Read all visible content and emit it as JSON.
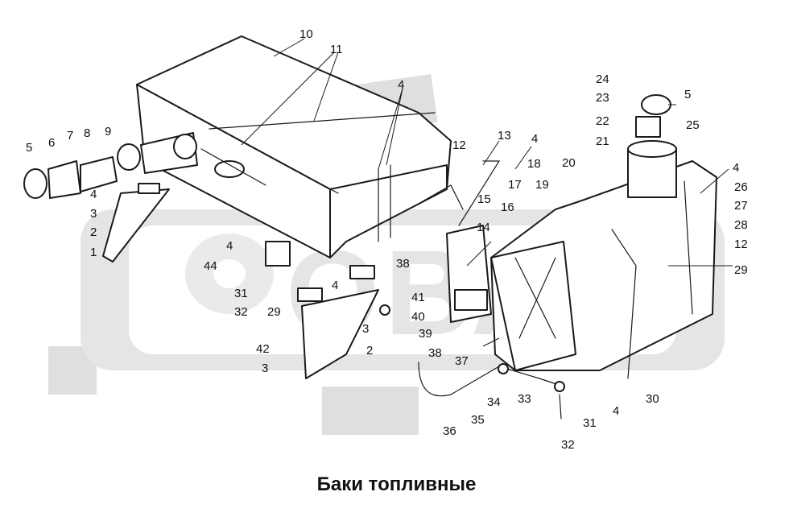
{
  "caption": "Баки топливные",
  "watermark_text": "ОВАТ",
  "callouts": [
    "10",
    "11",
    "4",
    "5",
    "6",
    "7",
    "8",
    "9",
    "4",
    "3",
    "2",
    "1",
    "12",
    "13",
    "4",
    "18",
    "19",
    "20",
    "17",
    "16",
    "15",
    "14",
    "24",
    "23",
    "5",
    "22",
    "25",
    "21",
    "4",
    "26",
    "27",
    "28",
    "12",
    "29",
    "4",
    "44",
    "31",
    "32",
    "38",
    "4",
    "29",
    "3",
    "2",
    "3",
    "42",
    "41",
    "40",
    "39",
    "38",
    "37",
    "36",
    "35",
    "34",
    "33",
    "31",
    "32",
    "4",
    "30"
  ]
}
